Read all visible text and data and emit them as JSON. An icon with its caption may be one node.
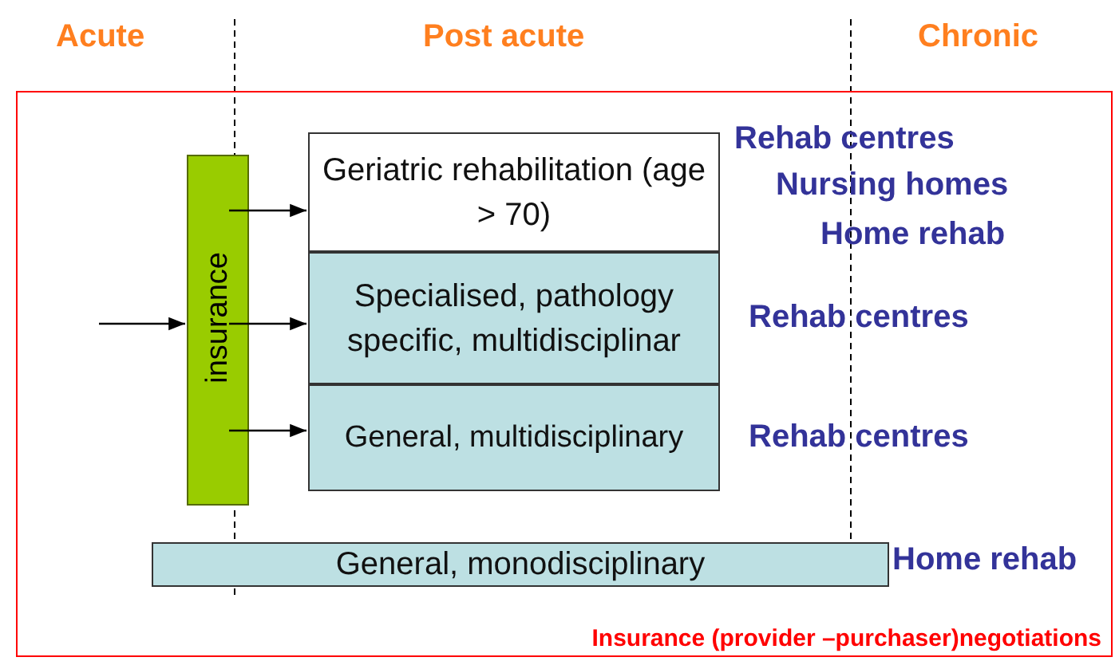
{
  "diagram": {
    "nodes": [
      {
        "text": [
          "Insurance (provider –purchaser)negotiations"
        ]
      },
      {
        "text": [
          "insurance"
        ],
        "in": 0
      },
      {
        "text": [
          "Geriatric rehabilitation (age > 70)"
        ],
        "in": 0,
        "beside": [
          "Rehab centres",
          "Nursing homes",
          "Home rehab"
        ]
      },
      {
        "text": [
          "Specialised, pathology specific, multidisciplinar"
        ],
        "in": 0,
        "beside": [
          "Rehab centres"
        ]
      },
      {
        "text": [
          "General, multidisciplinary"
        ],
        "in": 0,
        "beside": [
          "Rehab centres"
        ]
      },
      {
        "text": [
          "General, monodisciplinary"
        ],
        "in": 0,
        "beside": [
          "Home rehab"
        ]
      }
    ],
    "edges": [
      {
        "from": null,
        "to": 1,
        "arrow": "to"
      },
      {
        "from": 1,
        "to": 2,
        "arrow": "to"
      },
      {
        "from": 1,
        "to": 3,
        "arrow": "to"
      },
      {
        "from": 1,
        "to": 4,
        "arrow": "to"
      }
    ],
    "labels": [
      "Acute",
      "Post acute",
      "Chronic"
    ]
  }
}
